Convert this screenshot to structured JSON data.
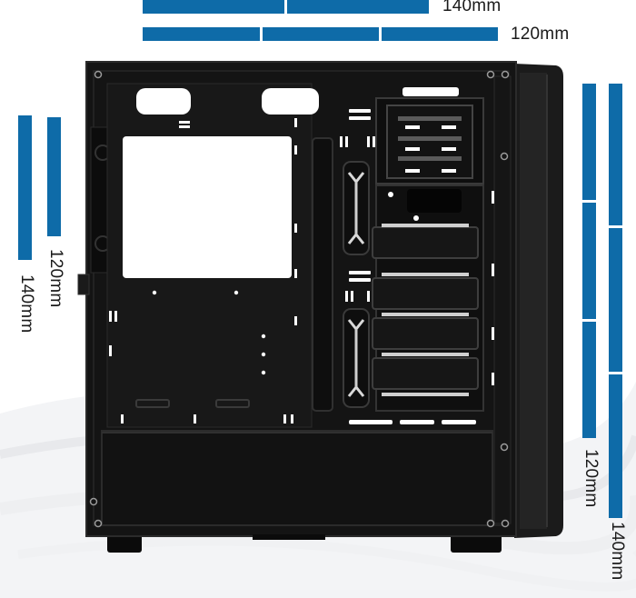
{
  "colors": {
    "accent": "#0e6ba8",
    "case_body": "#141414",
    "case_edge": "#2a2a2a",
    "cutout": "#ffffff"
  },
  "dimensions": {
    "top_140": "140mm",
    "top_120": "120mm",
    "left_120": "120mm",
    "left_140": "140mm",
    "right_120": "120mm",
    "right_140": "140mm"
  },
  "fan_mounts": {
    "top_140_segments": 2,
    "top_120_segments": 3,
    "left_120_segments": 1,
    "left_140_segments": 1,
    "right_120_segments": 3,
    "right_140_segments": 3
  },
  "icons": {
    "case": "pc-case-side-view"
  }
}
